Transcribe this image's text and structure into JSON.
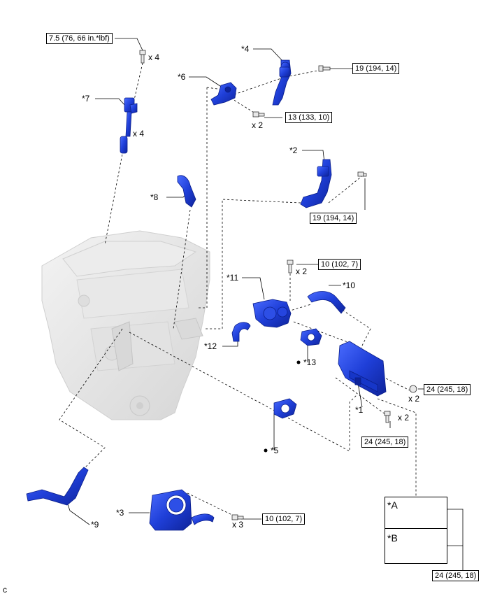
{
  "torque_specs": {
    "t1": "7.5 (76, 66 in.*lbf)",
    "t2": "19 (194, 14)",
    "t3": "13 (133, 10)",
    "t4": "19 (194, 14)",
    "t5": "10 (102, 7)",
    "t6": "24 (245, 18)",
    "t7": "24 (245, 18)",
    "t8": "10 (102, 7)",
    "t9": "24 (245, 18)"
  },
  "callouts": {
    "c1": "*1",
    "c2": "*2",
    "c3": "*3",
    "c4": "*4",
    "c5": "*5",
    "c6": "*6",
    "c7": "*7",
    "c8": "*8",
    "c9": "*9",
    "c10": "*10",
    "c11": "*11",
    "c12": "*12",
    "c13": "*13"
  },
  "quantities": {
    "q1": "x 4",
    "q2": "x 4",
    "q3": "x 2",
    "q4": "x 2",
    "q5": "x 2",
    "q6": "x 2",
    "q7": "x 3"
  },
  "legend": {
    "a": "*A",
    "b": "*B"
  },
  "corner_letter": "c",
  "colors": {
    "part_blue": "#1f3fd8",
    "part_blue_dark": "#0e239a",
    "engine_gray": "#e4e4e4",
    "line": "#000000"
  }
}
